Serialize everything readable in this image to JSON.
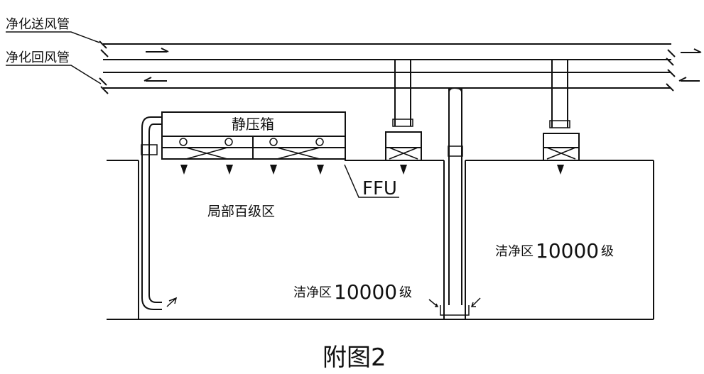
{
  "labels": {
    "supply_duct": "净化送风管",
    "return_duct": "净化回风管",
    "plenum": "静压箱",
    "ffu": "FFU",
    "local_class100": "局部百级区",
    "clean_zone_left": "洁净区",
    "clean_zone_left_class": "10000",
    "clean_zone_left_suffix": "级",
    "clean_zone_right": "洁净区",
    "clean_zone_right_class": "10000",
    "clean_zone_right_suffix": "级",
    "figure_title": "附图2"
  },
  "colors": {
    "line": "#111111",
    "background": "#ffffff"
  }
}
